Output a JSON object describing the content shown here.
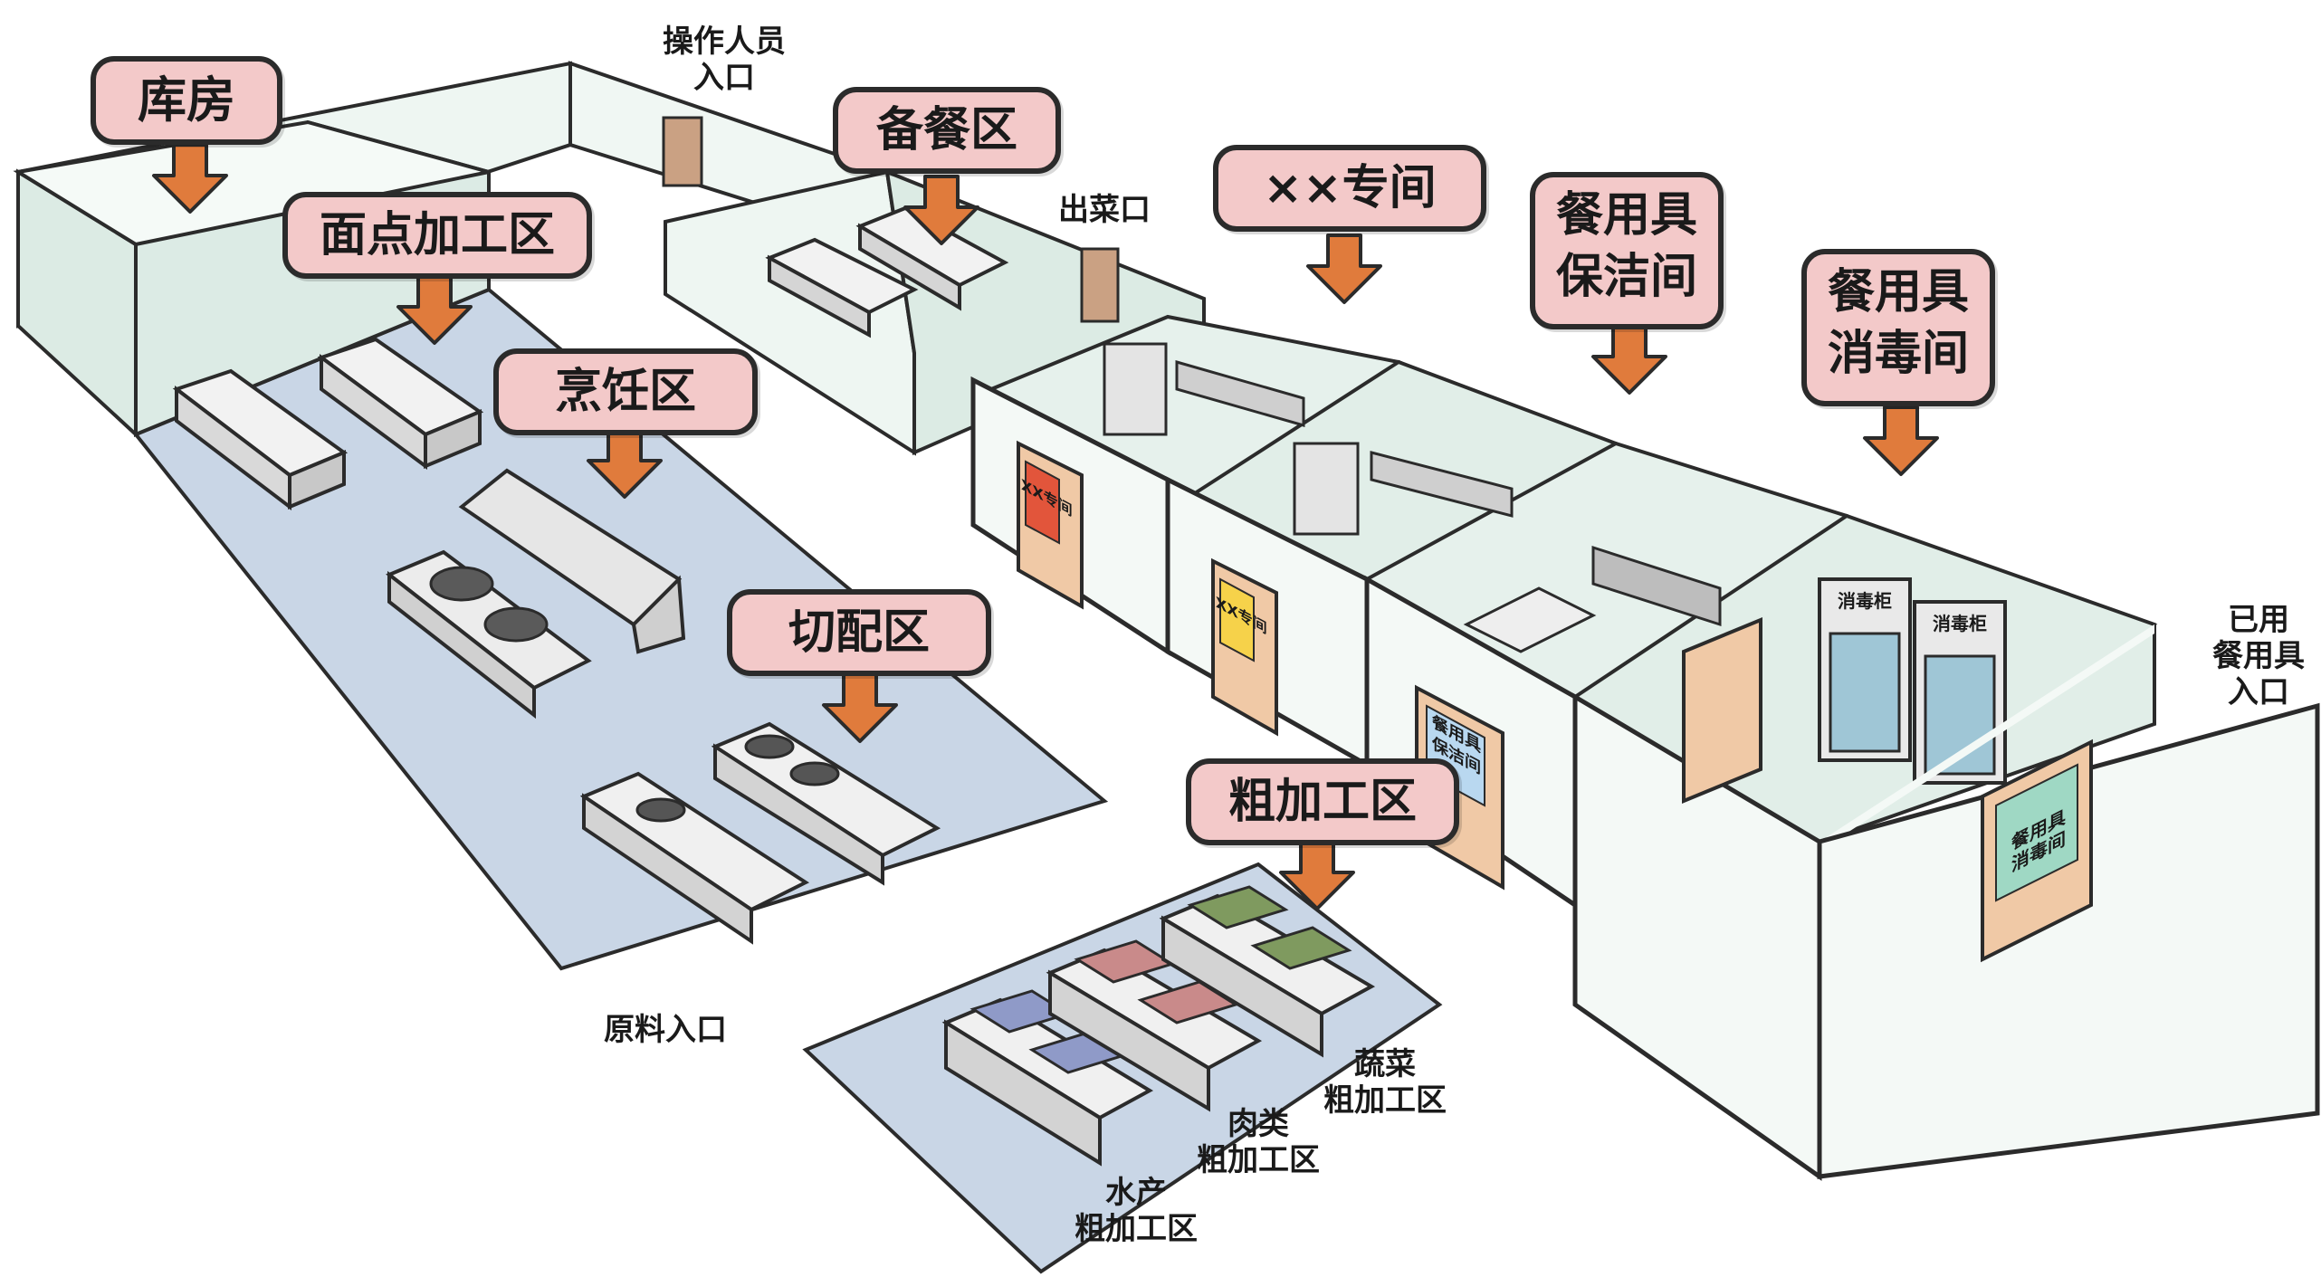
{
  "zones": {
    "storage": "库房",
    "pastry": "面点加工区",
    "cooking": "烹饪区",
    "prep": "备餐区",
    "special_room": "××专间",
    "utensil_cleaning": [
      "餐用具",
      "保洁间"
    ],
    "utensil_disinfection": [
      "餐用具",
      "消毒间"
    ],
    "cutting": "切配区",
    "rough_processing": "粗加工区"
  },
  "entrances": {
    "staff": [
      "操作人员",
      "入口"
    ],
    "serving_exit": "出菜口",
    "raw_material": "原料入口",
    "used_utensils": [
      "已用",
      "餐用具",
      "入口"
    ]
  },
  "sub_areas": {
    "seafood": [
      "水产",
      "粗加工区"
    ],
    "meat": [
      "肉类",
      "粗加工区"
    ],
    "vegetable": [
      "蔬菜",
      "粗加工区"
    ]
  },
  "door_signs": {
    "room1": "XX专间",
    "room2": "XX专间",
    "room3": [
      "餐用具",
      "保洁间"
    ],
    "room4": [
      "餐用具",
      "消毒间"
    ]
  },
  "cabinet_label": "消毒柜",
  "colors": {
    "label_fill": "#f3c9c9",
    "label_border": "#2b2b2b",
    "arrow": "#e07b3c",
    "floor": "#c9d6e6",
    "wall": "#e6f1ec",
    "door": "#f0c9a6",
    "yellow_sign": "#f6d24a",
    "red_sign": "#e2553b",
    "green_sign": "#9fd8c4"
  }
}
